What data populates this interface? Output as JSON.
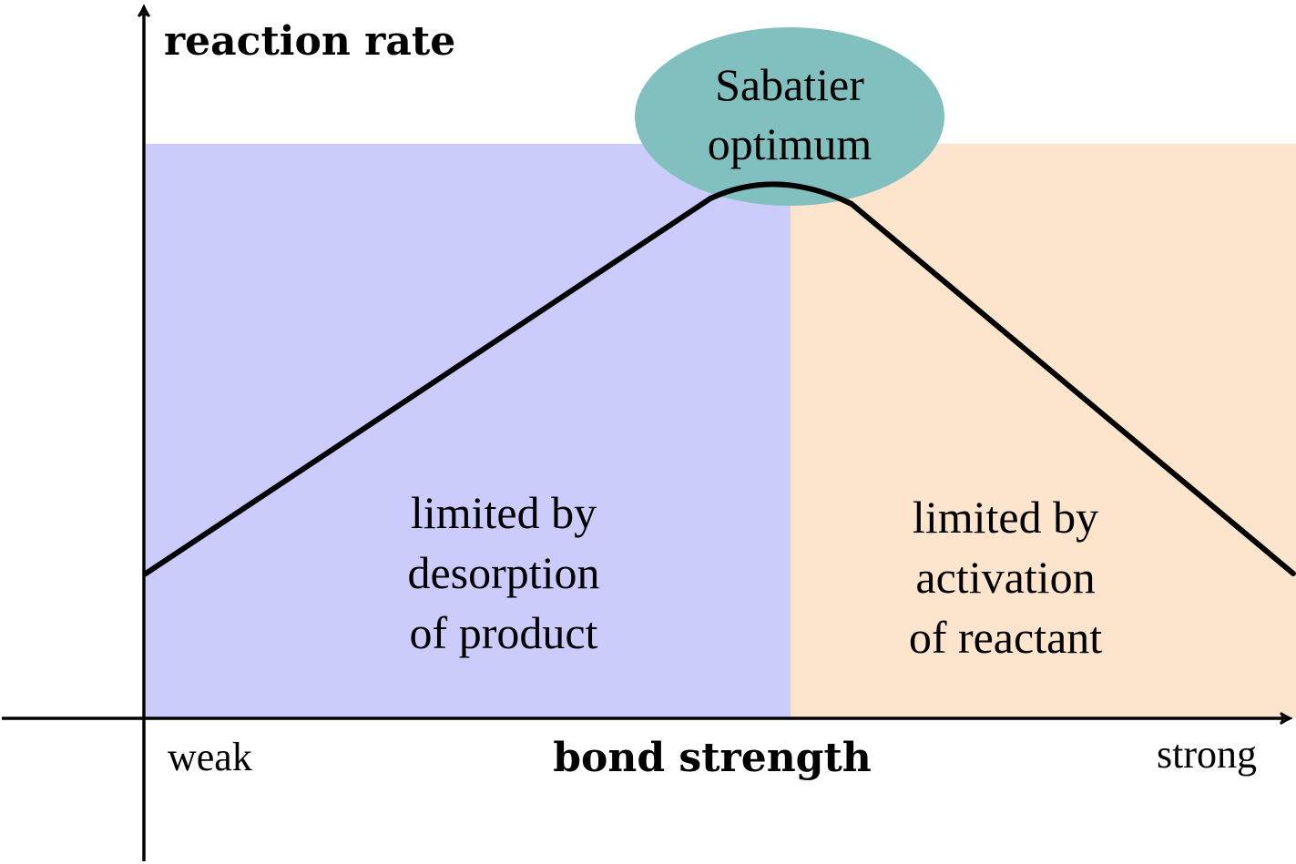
{
  "y_axis": {
    "label": "reaction rate"
  },
  "x_axis": {
    "label": "bond strength",
    "left_end": "weak",
    "right_end": "strong"
  },
  "regions": {
    "left": {
      "lines": [
        "limited by",
        "desorption",
        "of product"
      ],
      "color": "#ccccfc"
    },
    "right": {
      "lines": [
        "limited by",
        "activation",
        "of reactant"
      ],
      "color": "#fde4cc"
    }
  },
  "peak": {
    "lines": [
      "Sabatier",
      "optimum"
    ],
    "color": "#82bfbf"
  }
}
